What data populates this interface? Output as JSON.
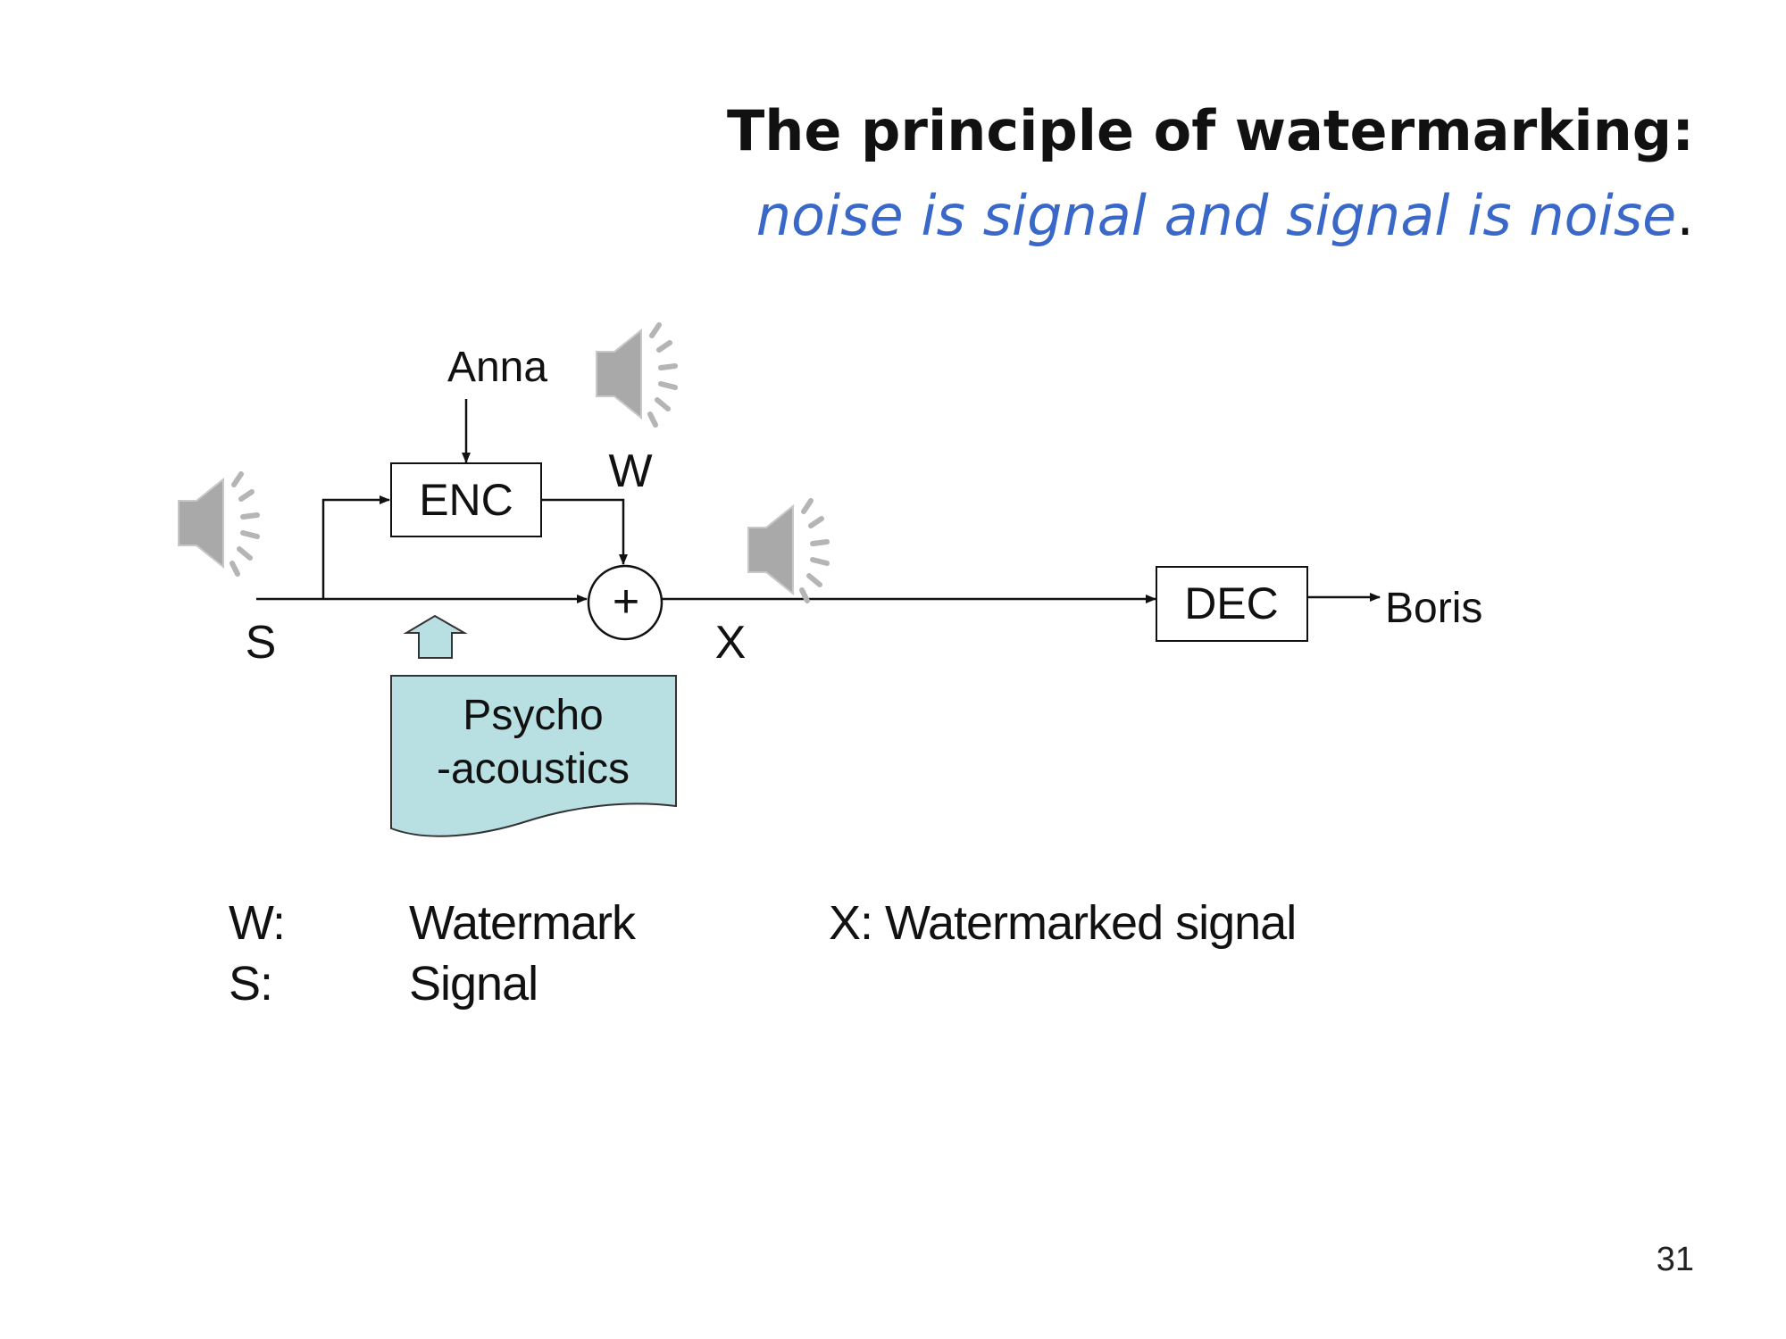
{
  "slide": {
    "title_line1": "The principle of watermarking:",
    "title_line2": "noise is signal and signal is noise",
    "title_line2_punct": ".",
    "page_number": "31"
  },
  "diagram": {
    "encoder_label": "ENC",
    "decoder_label": "DEC",
    "adder_symbol": "+",
    "key_input_label": "Anna",
    "watermark_label": "W",
    "signal_label": "S",
    "output_label": "X",
    "receiver_label": "Boris",
    "psycho_line1": "Psycho",
    "psycho_line2": "-acoustics"
  },
  "legend": {
    "w_key": "W:",
    "w_value": "Watermark",
    "s_key": "S:",
    "s_value": "Signal",
    "x_entry": "X: Watermarked signal"
  },
  "icons": {
    "speaker": "speaker-icon"
  },
  "colors": {
    "title_accent": "#3a68c8",
    "psycho_fill": "#b8e0e2",
    "speaker_gray": "#a9a9a9"
  }
}
